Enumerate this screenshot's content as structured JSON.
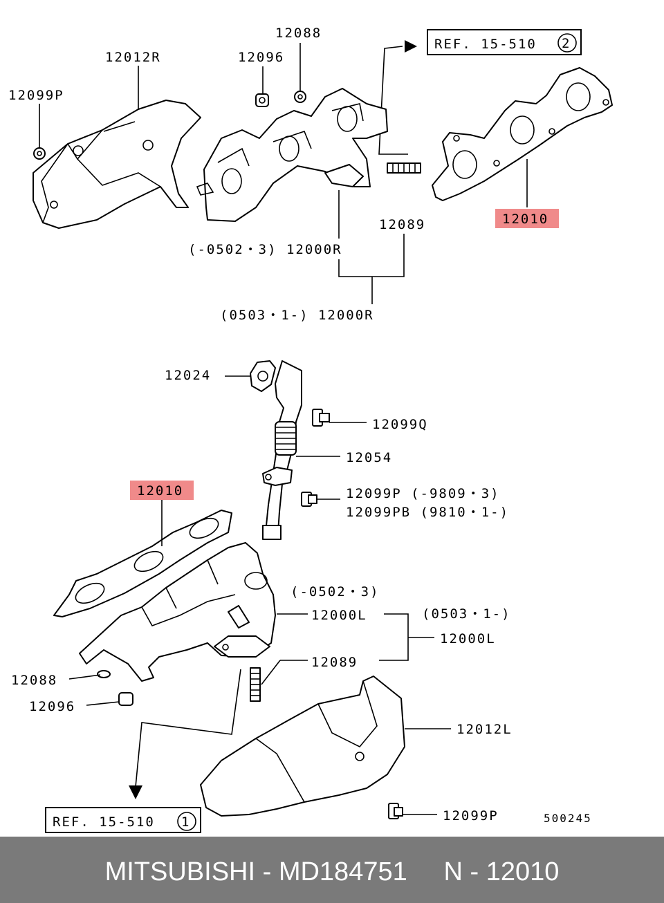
{
  "labels": {
    "ref_top": "REF. 15-510",
    "ref_top_num": "2",
    "ref_bottom": "REF. 15-510",
    "ref_bottom_num": "1",
    "p12012R": "12012R",
    "p12099P_top": "12099P",
    "p12096_top": "12096",
    "p12088_top": "12088",
    "p12010_top": "12010",
    "p12089_top": "12089",
    "p12000R_a": "(-0502・3) 12000R",
    "p12000R_b": "(0503・1-) 12000R",
    "p12024": "12024",
    "p12099Q": "12099Q",
    "p12054": "12054",
    "p12010_bottom": "12010",
    "p12099P_mid": "12099P (-9809・3)",
    "p12099PB": "12099PB (9810・1-)",
    "range_0502": "(-0502・3)",
    "p12000L_a": "12000L",
    "range_0503": "(0503・1-)",
    "p12000L_b": "12000L",
    "p12088_bottom": "12088",
    "p12089_bottom": "12089",
    "p12096_bottom": "12096",
    "p12012L": "12012L",
    "p12099P_bottom": "12099P",
    "code": "500245"
  },
  "footer": {
    "text": "MITSUBISHI - MD184751     N - 12010"
  },
  "colors": {
    "highlight": "#f08a8a",
    "footer_bg": "#7a7a7a",
    "footer_text": "#ffffff"
  }
}
